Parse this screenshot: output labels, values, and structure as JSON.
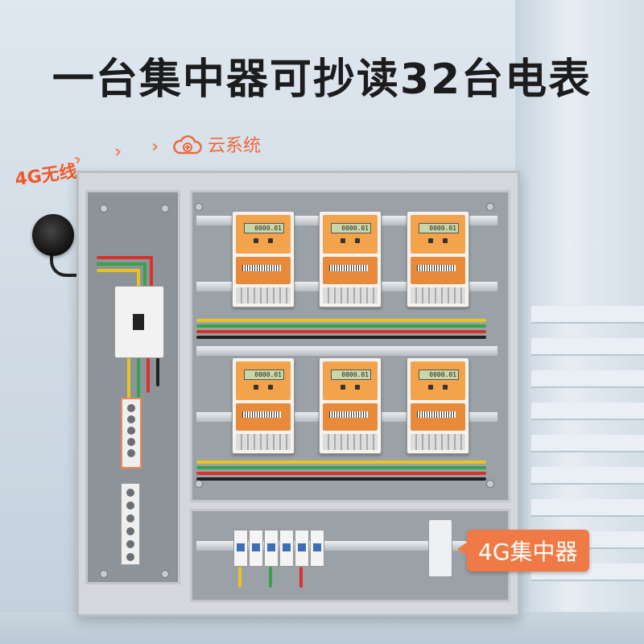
{
  "headline": "一台集中器可抄读32台电表",
  "flow": {
    "wireless_label": "4G无线",
    "arrow_glyph": "›",
    "cloud_icon": "cloud-plus-icon",
    "cloud_label": "云系统"
  },
  "concentrator_badge": "4G集中器",
  "meters": [
    {
      "reading": "0000.01"
    },
    {
      "reading": "0000.01"
    },
    {
      "reading": "0000.01"
    },
    {
      "reading": "0000.01"
    },
    {
      "reading": "0000.01"
    },
    {
      "reading": "0000.01"
    }
  ],
  "colors": {
    "accent": "#f07a46",
    "meter_orange": "#f3a34c",
    "wire_red": "#d8322b",
    "wire_green": "#3aa24a",
    "wire_yellow": "#e8c321"
  }
}
